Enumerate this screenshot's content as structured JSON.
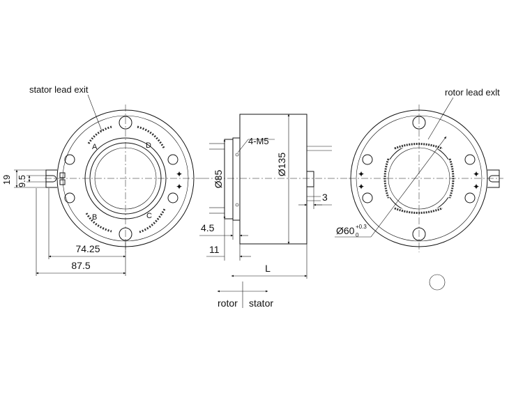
{
  "labels": {
    "stator_lead_exit": "stator lead exit",
    "rotor_lead_exit": "rotor lead exlt",
    "rotor": "rotor",
    "stator": "stator",
    "slot_a": "A",
    "slot_b": "B",
    "slot_c": "C",
    "slot_d": "D",
    "thread": "4-M5"
  },
  "dimensions": {
    "d19": "19",
    "d9_5": "9.5",
    "d74_25": "74.25",
    "d87_5": "87.5",
    "d85": "Ø85",
    "d135": "Ø135",
    "d4_5": "4.5",
    "d11": "11",
    "dL": "L",
    "d3": "3",
    "d60": "Ø60",
    "d60_tol_upper": "+0.3",
    "d60_tol_lower": "0"
  },
  "colors": {
    "line": "#111111",
    "background": "#ffffff"
  }
}
